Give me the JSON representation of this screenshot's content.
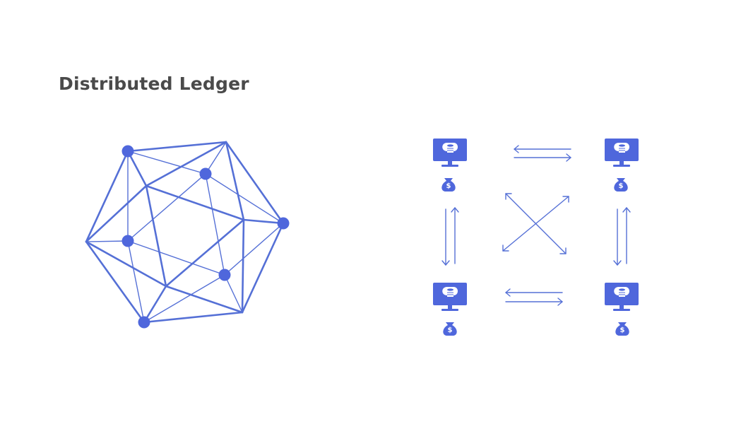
{
  "slide": {
    "title": "Distributed Ledger"
  },
  "colors": {
    "accent": "#4f67dc",
    "line": "#5570d6",
    "title": "#4a4a4a",
    "background": "#ffffff"
  },
  "network_graphic": {
    "nodes": 6,
    "icon": "icosahedron-network-icon"
  },
  "ledger_nodes": [
    {
      "name": "node-top-left",
      "icons": [
        "computer-database-icon",
        "money-bag-icon"
      ],
      "currency_symbol": "$"
    },
    {
      "name": "node-top-right",
      "icons": [
        "computer-database-icon",
        "money-bag-icon"
      ],
      "currency_symbol": "$"
    },
    {
      "name": "node-bottom-left",
      "icons": [
        "computer-database-icon",
        "money-bag-icon"
      ],
      "currency_symbol": "$"
    },
    {
      "name": "node-bottom-right",
      "icons": [
        "computer-database-icon",
        "money-bag-icon"
      ],
      "currency_symbol": "$"
    }
  ],
  "connections": [
    "top",
    "bottom",
    "left",
    "right",
    "diagonal-1",
    "diagonal-2"
  ]
}
